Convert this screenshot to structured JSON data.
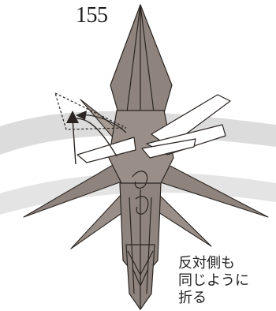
{
  "diagram": {
    "step_number": "155",
    "instruction_lines": [
      "反対側も",
      "同じように",
      "折る"
    ],
    "colors": {
      "paper_dark": "#8f847d",
      "paper_mid": "#a79b93",
      "paper_light": "#ffffff",
      "background_band": "#dcdcdc",
      "stroke": "#2a2522"
    }
  }
}
